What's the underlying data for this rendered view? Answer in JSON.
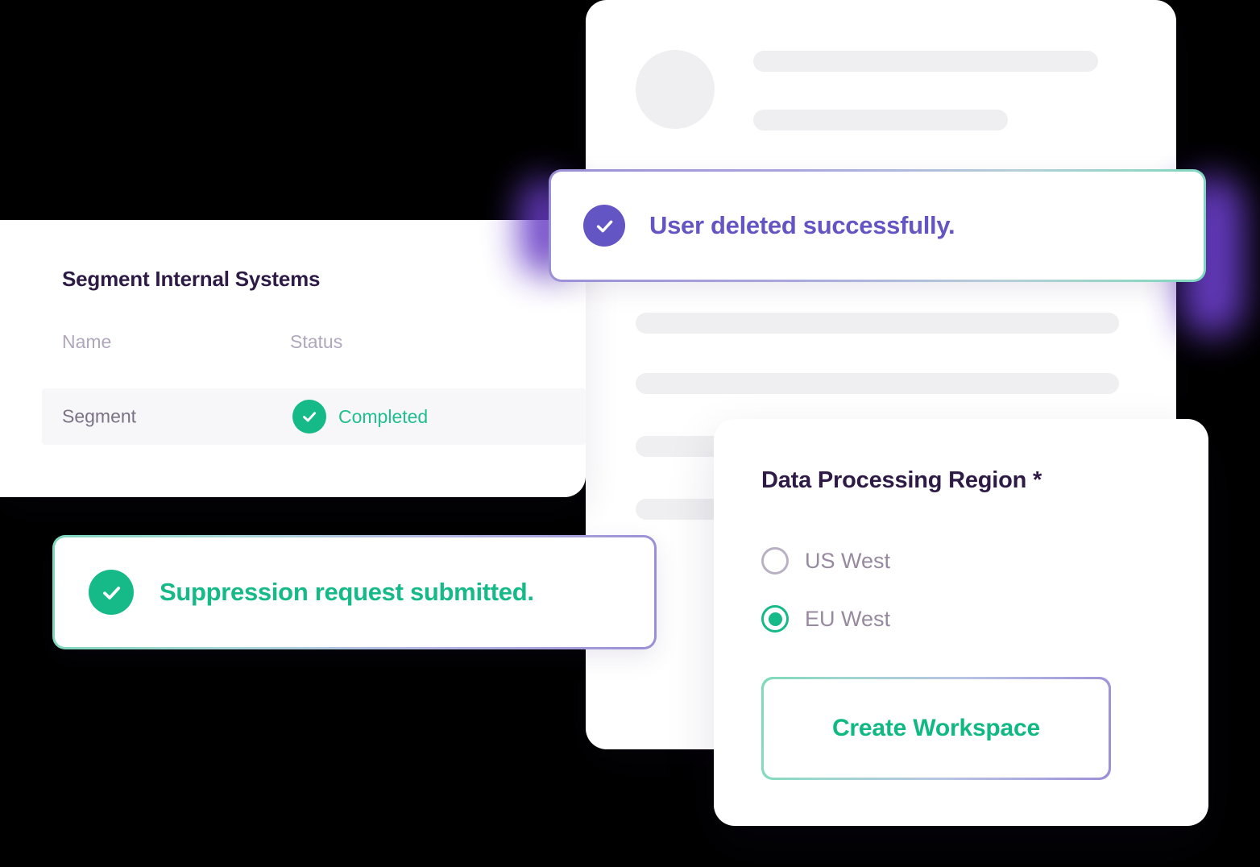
{
  "theme": {
    "accent_green": "#16b988",
    "accent_purple": "#6455c4",
    "title_color": "#2d1b45",
    "muted_color": "#b1a7bd",
    "row_background": "#f7f6f9",
    "skeleton_color": "#efeff1",
    "canvas_background": "#000000"
  },
  "segment_card": {
    "title": "Segment Internal Systems",
    "columns": [
      "Name",
      "Status"
    ],
    "rows": [
      {
        "name": "Segment",
        "status": "Completed",
        "status_icon": "check-circle-icon"
      }
    ]
  },
  "profile_card": {
    "avatar_icon": "avatar-placeholder",
    "skeleton_bars": 6
  },
  "toasts": [
    {
      "id": "user-deleted",
      "icon": "check-circle-icon",
      "message": "User deleted successfully.",
      "text_color": "#6455c4",
      "icon_color": "#6455c4"
    },
    {
      "id": "suppression-request",
      "icon": "check-circle-icon",
      "message": "Suppression request submitted.",
      "text_color": "#16b988",
      "icon_color": "#16b988"
    }
  ],
  "region_card": {
    "title": "Data Processing Region *",
    "options": [
      {
        "label": "US West",
        "selected": false
      },
      {
        "label": "EU West",
        "selected": true
      }
    ],
    "button": {
      "label": "Create Workspace",
      "text_color": "#10b981"
    }
  }
}
